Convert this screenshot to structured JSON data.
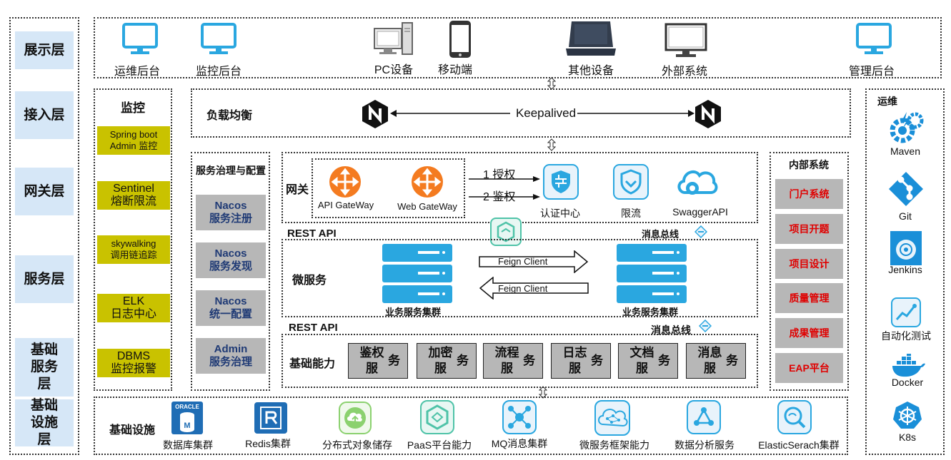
{
  "layers": [
    "展示层",
    "接入层",
    "网关层",
    "服务层",
    "基础服务层",
    "基础设施层"
  ],
  "display": {
    "items": [
      {
        "label": "运维后台",
        "icon": "monitor-icon"
      },
      {
        "label": "监控后台",
        "icon": "monitor-icon"
      },
      {
        "label": "PC设备",
        "icon": "desktop-pc-icon"
      },
      {
        "label": "移动端",
        "icon": "mobile-phone-icon"
      },
      {
        "label": "其他设备",
        "icon": "laptop-dark-icon"
      },
      {
        "label": "外部系统",
        "icon": "monitor-outline-icon"
      },
      {
        "label": "管理后台",
        "icon": "monitor-icon"
      }
    ]
  },
  "monitor": {
    "title": "监控",
    "items": [
      {
        "line1": "Spring boot",
        "line2": "Admin 监控"
      },
      {
        "line1": "Sentinel",
        "line2": "熔断限流"
      },
      {
        "line1": "skywalking",
        "line2": "调用链追踪"
      },
      {
        "line1": "ELK",
        "line2": "日志中心"
      },
      {
        "line1": "DBMS",
        "line2": "监控报警"
      }
    ]
  },
  "access": {
    "title": "负载均衡",
    "keepalived": "Keepalived"
  },
  "governance": {
    "title": "服务治理与配置",
    "items": [
      {
        "line1": "Nacos",
        "line2": "服务注册"
      },
      {
        "line1": "Nacos",
        "line2": "服务发现"
      },
      {
        "line1": "Nacos",
        "line2": "统一配置"
      },
      {
        "line1": "Admin",
        "line2": "服务治理"
      }
    ]
  },
  "gateway": {
    "title": "网关",
    "api_gateway": "API GateWay",
    "web_gateway": "Web GateWay",
    "step1": "1 授权",
    "step2": "2 鉴权",
    "auth_center": "认证中心",
    "rate_limit": "限流",
    "swagger": "SwaggerAPI"
  },
  "rest_api_1": "REST API",
  "msg_bus_1": "消息总线",
  "micro": {
    "title": "微服务",
    "feign1": "Feign Client",
    "feign2": "Feign Client",
    "cluster_left": "业务服务集群",
    "cluster_right": "业务服务集群"
  },
  "rest_api_2": "REST API",
  "msg_bus_2": "消息总线",
  "base": {
    "title": "基础能力",
    "items": [
      {
        "line1": "鉴权服",
        "line2": "务"
      },
      {
        "line1": "加密服",
        "line2": "务"
      },
      {
        "line1": "流程服",
        "line2": "务"
      },
      {
        "line1": "日志服",
        "line2": "务"
      },
      {
        "line1": "文档服",
        "line2": "务"
      },
      {
        "line1": "消息服",
        "line2": "务"
      }
    ]
  },
  "internal": {
    "title": "内部系统",
    "items": [
      "门户系统",
      "项目开题",
      "项目设计",
      "质量管理",
      "成果管理",
      "EAP平台"
    ]
  },
  "ops": {
    "title": "运维",
    "items": [
      "Maven",
      "Git",
      "Jenkins",
      "自动化测试",
      "Docker",
      "K8s"
    ]
  },
  "infra": {
    "title": "基础设施",
    "oracle_logo": "ORACLE",
    "items": [
      "数据库集群",
      "Redis集群",
      "分布式对象储存",
      "PaaS平台能力",
      "MQ消息集群",
      "微服务框架能力",
      "数据分析服务",
      "ElasticSerach集群"
    ]
  },
  "colors": {
    "layer_bg": "#d6e7f7",
    "monitor_bg": "#c9c200",
    "box_gray": "#b7b7b7",
    "accent_blue": "#2aa7e0",
    "orange": "#f47b20",
    "red_text": "#e00000"
  }
}
